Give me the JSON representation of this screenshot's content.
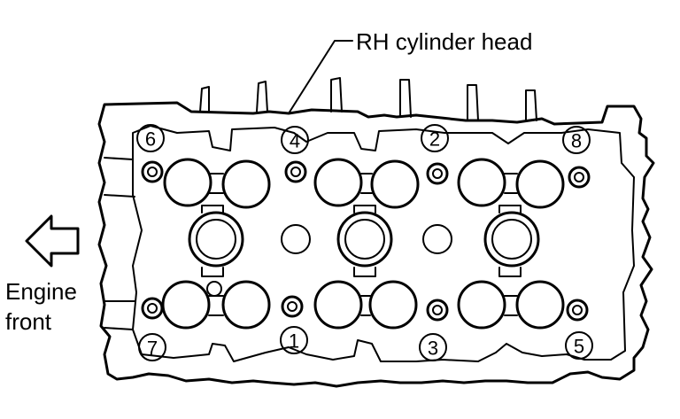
{
  "title_label": "RH cylinder head",
  "direction_label": {
    "line1": "Engine",
    "line2": "front"
  },
  "bolt_sequence": [
    "6",
    "4",
    "2",
    "8",
    "7",
    "1",
    "3",
    "5"
  ],
  "colors": {
    "ink": "#000000",
    "paper": "#ffffff"
  }
}
